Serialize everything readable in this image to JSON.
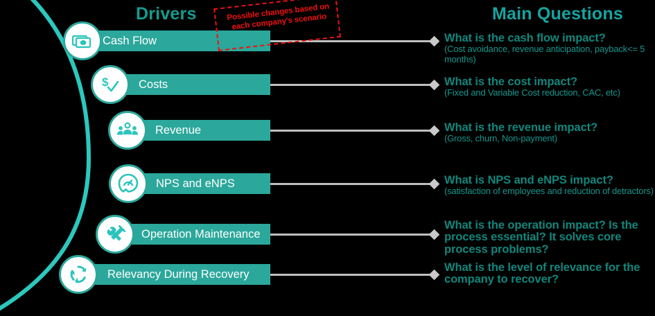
{
  "headers": {
    "left_title": "Drivers",
    "right_title": "Main Questions"
  },
  "annotation": {
    "text": "Possible changes based on each company's scenario",
    "color": "#EE1111",
    "style": "dashed-red-box"
  },
  "colors": {
    "background": "#000000",
    "bar_fill": "#2BA79B",
    "bar_text": "#FFFFFF",
    "node_border": "#2BA79B",
    "node_fill": "#FFFFFF",
    "icon": "#2BC4BC",
    "arc": "#2BC8BE",
    "connector": "#BFBFBF",
    "diamond": "#C9C9C9",
    "title_left": "#149B8E",
    "title_right": "#16A4A0",
    "question_main": "#12867C",
    "question_sub": "#17968D"
  },
  "rows": [
    {
      "driver": "Cash Flow",
      "icon": "cash-money-icon",
      "question_main": "What is the cash flow impact?",
      "question_sub": "(Cost avoidance, revenue anticipation, payback<= 5 months)"
    },
    {
      "driver": "Costs",
      "icon": "dollar-check-icon",
      "question_main": "What is the cost impact?",
      "question_sub": "(Fixed and Variable Cost reduction, CAC, etc)"
    },
    {
      "driver": "Revenue",
      "icon": "people-group-icon",
      "question_main": "What is the revenue impact?",
      "question_sub": "(Gross, churn, Non-payment)"
    },
    {
      "driver": "NPS and eNPS",
      "icon": "gauge-speech-bubble-icon",
      "question_main": "What is NPS and eNPS impact?",
      "question_sub": "(satisfaction of employees and reduction of detractors)"
    },
    {
      "driver": "Operation Maintenance",
      "icon": "tools-hammer-wrench-icon",
      "question_main": "What is the operation impact? Is the process essential? It solves core process problems?",
      "question_sub": ""
    },
    {
      "driver": "Relevancy During Recovery",
      "icon": "recycle-arrows-icon",
      "question_main": "What is the level of relevance for the company to recover?",
      "question_sub": ""
    }
  ]
}
